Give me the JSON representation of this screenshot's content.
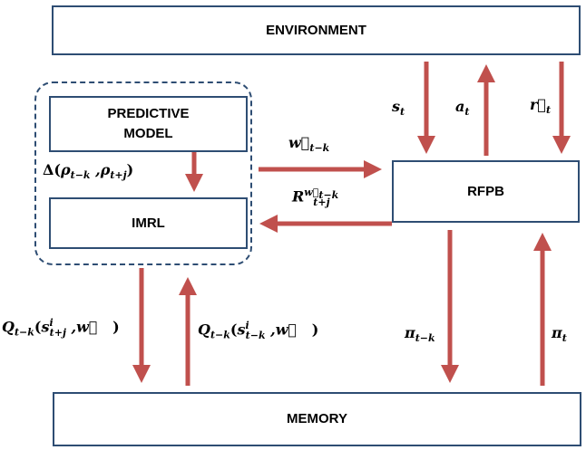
{
  "boxes": {
    "environment": "ENVIRONMENT",
    "predictive_model": "PREDICTIVE\nMODEL",
    "imrl": "IMRL",
    "rfpb": "RFPB",
    "memory": "MEMORY"
  },
  "labels": {
    "s_t": {
      "main": "s",
      "sub": "t"
    },
    "a_t": {
      "main": "a",
      "sub": "t"
    },
    "r_t": {
      "main": "r⃗",
      "sub": "t"
    },
    "w_tk": {
      "main": "w⃗",
      "sub": "t−k"
    },
    "R_reward": {
      "main": "R",
      "sup": "w⃗",
      "supsub": "t−k",
      "sub": "t+j"
    },
    "delta": {
      "pre": "Δ(",
      "rho1": "ρ",
      "rho1_sub": "t−k",
      "comma": " ,",
      "rho2": "ρ",
      "rho2_sub": "t+j",
      "post": ")"
    },
    "q_left": {
      "main": "Q",
      "sub": "t−k",
      "open": "(",
      "s": "s",
      "s_sup": "i",
      "s_sub": "t+j",
      "w": " ,w⃗",
      "close": "   )"
    },
    "q_right": {
      "main": "Q",
      "sub": "t−k",
      "open": "(",
      "s": "s",
      "s_sup": "i",
      "s_sub": "t−k",
      "w": " ,w⃗",
      "close": "   )"
    },
    "pi_tk": {
      "main": "π",
      "sub": "t−k"
    },
    "pi_t": {
      "main": "π",
      "sub": "t"
    }
  },
  "colors": {
    "arrow": "#c0504d",
    "border": "#2e4d73"
  }
}
